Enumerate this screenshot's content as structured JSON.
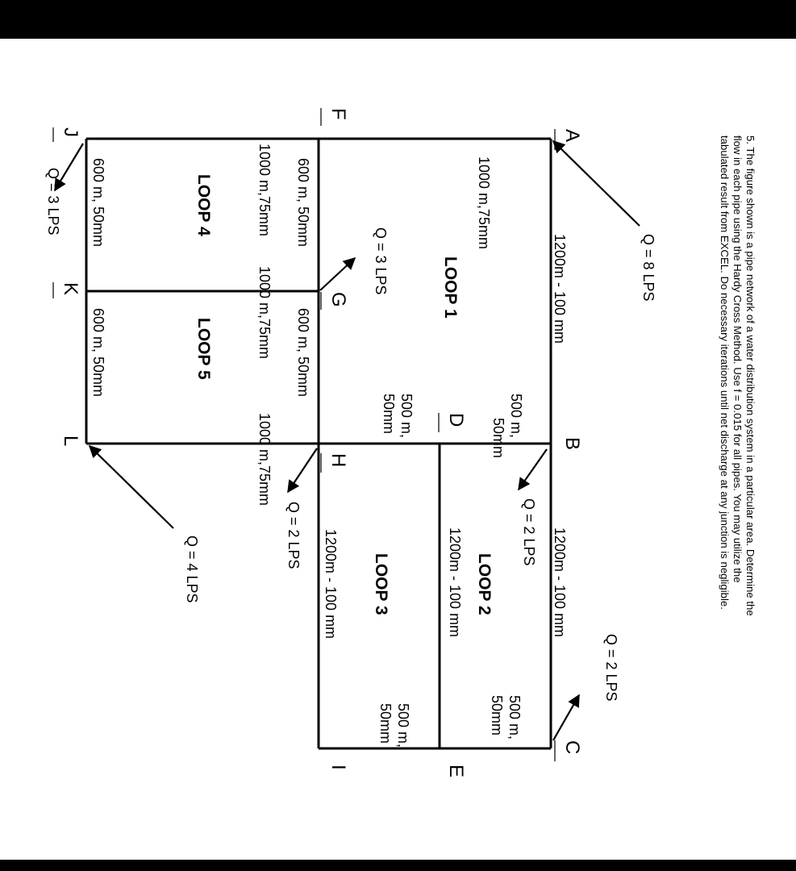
{
  "problem": {
    "line1": "5. The figure shown is a pipe network of a water distribution system in a particular area. Determine the",
    "line2": "flow in each pipe using the Hardy Cross Method. Use f = 0.015 for all pipes. You may utilize the",
    "line3": "tabulated result from EXCEL. Do necessary iterations until net discharge at any junction is negligible."
  },
  "nodes": {
    "A": "A",
    "B": "B",
    "C": "C",
    "D": "D",
    "E": "E",
    "F": "F",
    "G": "G",
    "H": "H",
    "I": "I",
    "J": "J",
    "K": "K",
    "L": "L"
  },
  "loops": {
    "loop1": "LOOP 1",
    "loop2": "LOOP 2",
    "loop3": "LOOP 3",
    "loop4": "LOOP 4",
    "loop5": "LOOP 5"
  },
  "pipes": {
    "fa": "1000 m,75mm",
    "ab": "1200m - 100 mm",
    "bc": "1200m - 100 mm",
    "bd": "500 m,",
    "bd2": "50mm",
    "dh": "500 m,",
    "dh2": "50mm",
    "de": "1200m - 100 mm",
    "ec": "500 m,",
    "ec2": "50mm",
    "hi": "1200m - 100 mm",
    "ie": "500 m,",
    "ie2": "50mm",
    "jf": "1000 m,75mm",
    "fg": "600 m, 50mm",
    "gh": "600 m, 50mm",
    "jk": "600 m, 50mm",
    "kl": "600 m, 50mm",
    "kg": "1000 m,75mm",
    "lh": "1000 m,75mm"
  },
  "flows": {
    "a": "Q = 8 LPS",
    "b": "Q = 2 LPS",
    "c": "Q = 2 LPS",
    "g": "Q = 3 LPS",
    "h": "Q = 2 LPS",
    "j": "Q = 3 LPS",
    "l": "Q = 4 LPS"
  }
}
